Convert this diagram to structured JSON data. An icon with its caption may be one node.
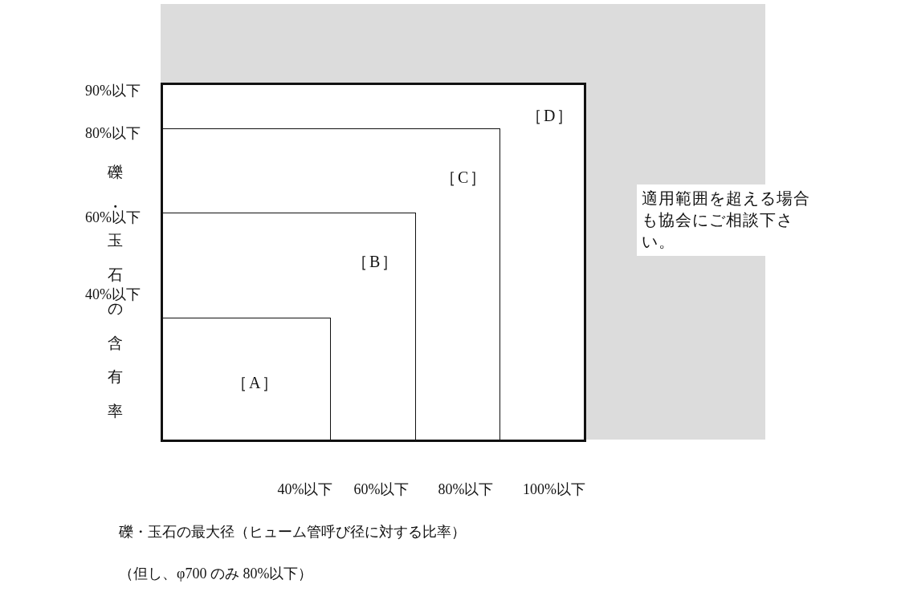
{
  "diagram": {
    "nodes": [
      {
        "text": [
          "［D］"
        ]
      },
      {
        "text": [
          "［C］"
        ],
        "in": 0
      },
      {
        "text": [
          "［B］"
        ],
        "in": 1
      },
      {
        "text": [
          "［A］"
        ],
        "in": 2
      },
      {
        "text": [
          "適用範囲を超える場合も協会にご相談下さい。"
        ]
      }
    ],
    "labels": [
      "90%以下",
      "80%以下",
      "60%以下",
      "40%以下",
      "礫・玉石の含有率",
      "40%以下",
      "60%以下",
      "80%以下",
      "100%以下",
      "礫・玉石の最大径（ヒューム管呼び径に対する比率）",
      "（但し、φ700 のみ 80%以下）"
    ]
  }
}
